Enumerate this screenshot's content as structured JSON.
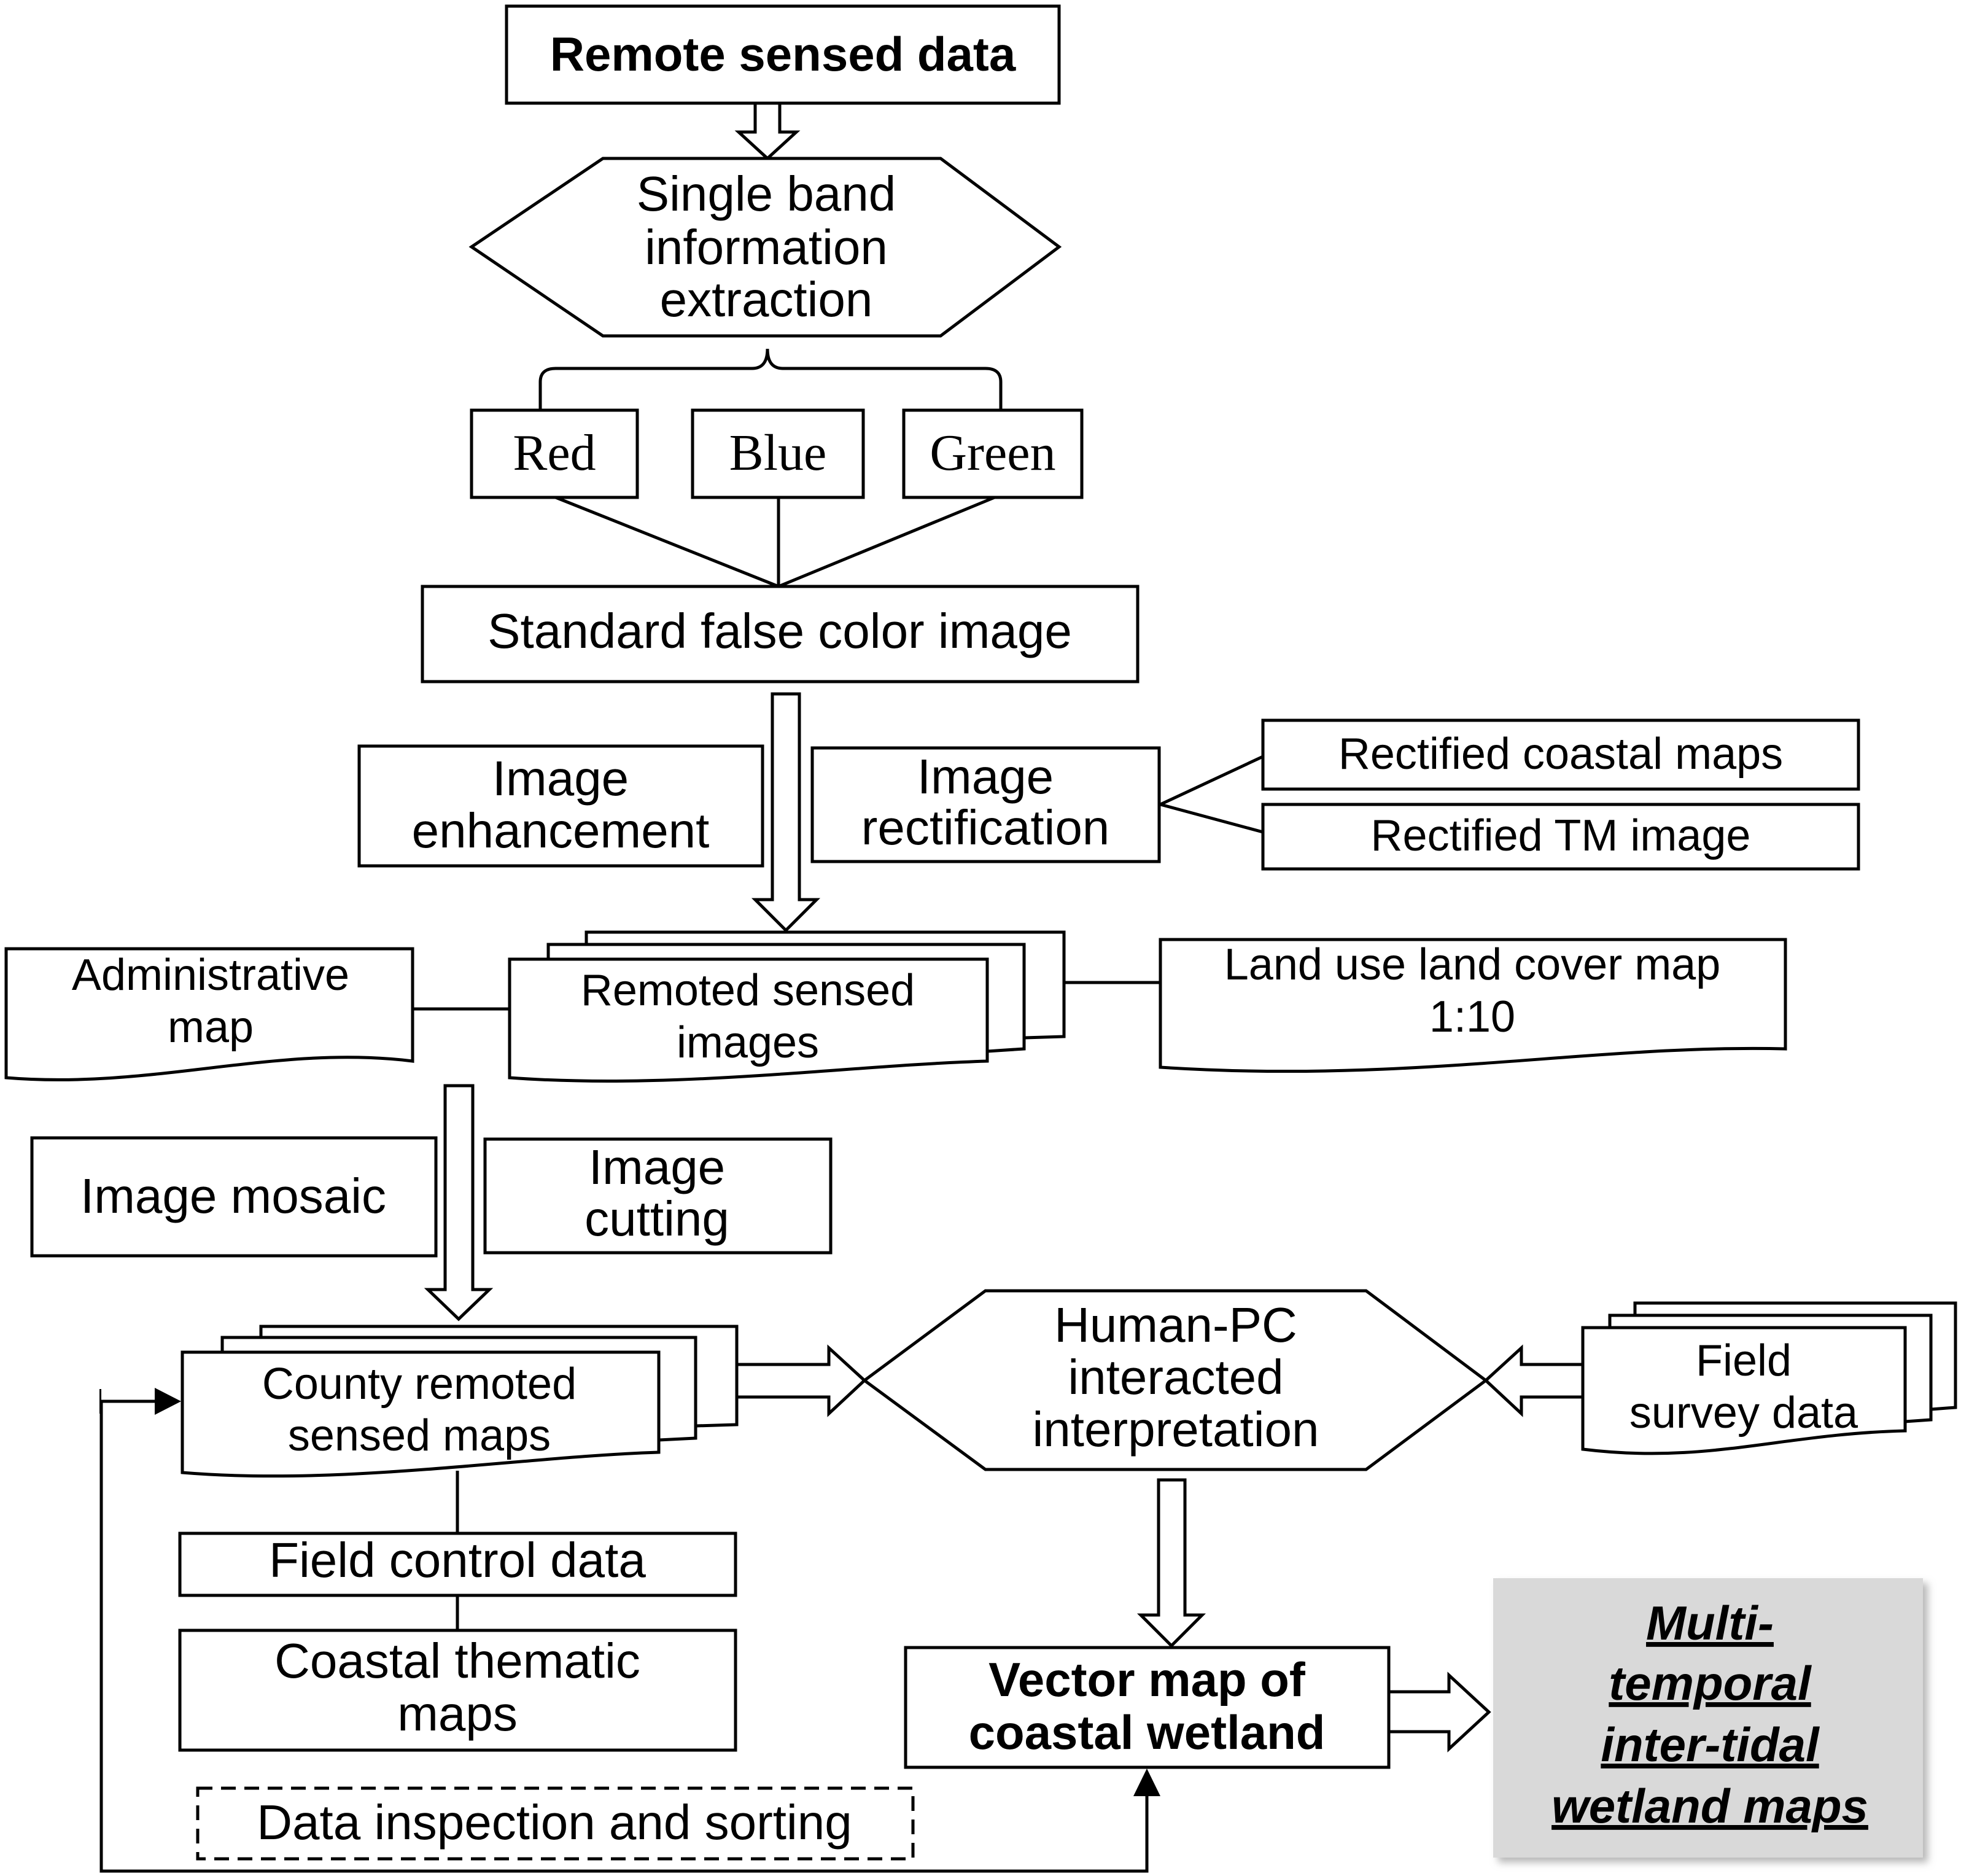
{
  "nodes": {
    "remote_sensed_data": "Remote sensed data",
    "single_band": [
      "Single band",
      "information",
      "extraction"
    ],
    "band_red": "Red",
    "band_blue": "Blue",
    "band_green": "Green",
    "standard_false_color": "Standard false color image",
    "image_enhancement": [
      "Image",
      "enhancement"
    ],
    "image_rectification": [
      "Image",
      "rectification"
    ],
    "rectified_coastal_maps": "Rectified coastal maps",
    "rectified_tm_image": "Rectified TM image",
    "administrative_map": [
      "Administrative",
      "map"
    ],
    "remoted_sensed_images": [
      "Remoted sensed",
      "images"
    ],
    "land_use_map": [
      "Land use land cover map",
      "1:10"
    ],
    "image_mosaic": "Image mosaic",
    "image_cutting": [
      "Image",
      "cutting"
    ],
    "county_maps": [
      "County remoted",
      "sensed maps"
    ],
    "human_pc": [
      "Human-PC",
      "interacted",
      "interpretation"
    ],
    "field_survey": [
      "Field",
      "survey data"
    ],
    "field_control": "Field control data",
    "coastal_thematic": [
      "Coastal thematic",
      "maps"
    ],
    "vector_map": [
      "Vector map of",
      "coastal wetland"
    ],
    "multi_temporal": [
      "Multi-",
      "temporal",
      "inter-tidal",
      "wetland  maps"
    ],
    "data_inspection": "Data inspection and sorting"
  },
  "colors": {
    "stroke": "#000000",
    "output_fill": "#d9d9d9"
  }
}
